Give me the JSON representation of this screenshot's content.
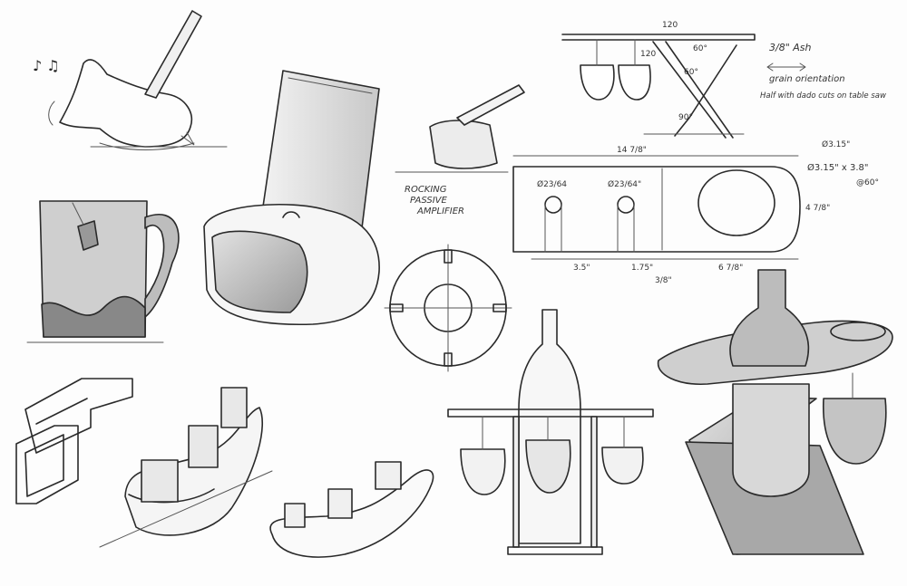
{
  "notes": {
    "music": "♪ ♫",
    "rocking_line1": "ROCKING",
    "rocking_line2": "PASSIVE",
    "rocking_line3": "AMPLIFIER",
    "material": "3/8\" Ash",
    "grain": "grain orientation",
    "half": "Half with dado cuts on table saw",
    "angle_120a": "120",
    "angle_120b": "120",
    "angle_60a": "60°",
    "angle_60b": "60°",
    "angle_90": "90°"
  },
  "dimensions": {
    "overall_length": "14 7/8\"",
    "hole1": "Ø23/64",
    "hole2": "Ø23/64\"",
    "hole3": "Ø3.15\"",
    "slot": "Ø3.15\" x 3.8\"",
    "slot_angle": "@60°",
    "width": "4 7/8\"",
    "seg1": "3.5\"",
    "seg2": "1.75\"",
    "seg3": "3/8\"",
    "seg4": "6 7/8\""
  }
}
